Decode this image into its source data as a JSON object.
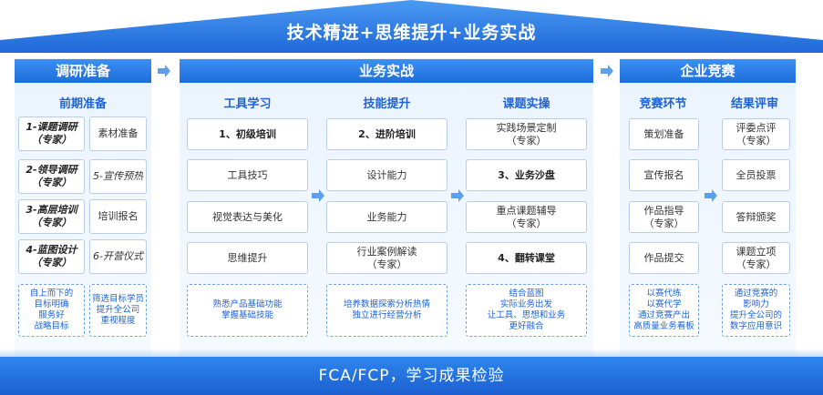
{
  "roof": {
    "title": "技术精进+思维提升+业务实战"
  },
  "sections": {
    "research": {
      "title": "调研准备",
      "col_title": "前期准备"
    },
    "practice": {
      "title": "业务实战",
      "col1_title": "工具学习",
      "col2_title": "技能提升",
      "col3_title": "课题实操"
    },
    "contest": {
      "title": "企业竞赛",
      "col1_title": "竞赛环节",
      "col2_title": "结果评审"
    }
  },
  "research": {
    "left": [
      "1-课题调研\n（专家）",
      "2-领导调研\n（专家）",
      "3-高层培训\n（专家）",
      "4-蓝图设计\n（专家）"
    ],
    "right": [
      "素材准备",
      "5-宣传预热",
      "培训报名",
      "6-开营仪式"
    ],
    "note_left": "自上而下的\n目标明确\n服务好\n战略目标",
    "note_right": "筛选目标学员\n提升全公司\n重视程度"
  },
  "practice": {
    "tools": [
      "1、初级培训",
      "工具技巧",
      "视觉表达与美化",
      "思维提升"
    ],
    "tools_note": "熟悉产品基础功能\n掌握基础技能",
    "skills": [
      "2、进阶培训",
      "设计能力",
      "业务能力",
      "行业案例解读\n（专家）"
    ],
    "skills_note": "培养数据探索分析热情\n独立进行经营分析",
    "projects": [
      "实践场景定制\n（专家）",
      "3、业务沙盘",
      "重点课题辅导\n（专家）",
      "4、翻转课堂"
    ],
    "projects_note": "结合蓝图\n实际业务出发\n让工具、思想和业务\n更好融合"
  },
  "contest": {
    "stages": [
      "策划准备",
      "宣传报名",
      "作品指导\n（专家）",
      "作品提交"
    ],
    "stages_note": "以赛代练\n以赛代学\n通过竞赛产出\n高质量业务看板",
    "review": [
      "评委点评\n（专家）",
      "全员投票",
      "答辩颁奖",
      "课题立项\n（专家）"
    ],
    "review_note": "通过竞赛的\n影响力\n提升全公司的\n数字应用意识"
  },
  "footer": {
    "title": "FCA/FCP，学习成果检验"
  },
  "colors": {
    "primary": "#1e6ddd",
    "accent_text": "#1d63d6",
    "arrow": "#5aa0ee",
    "panel": "#eaf3fd"
  }
}
